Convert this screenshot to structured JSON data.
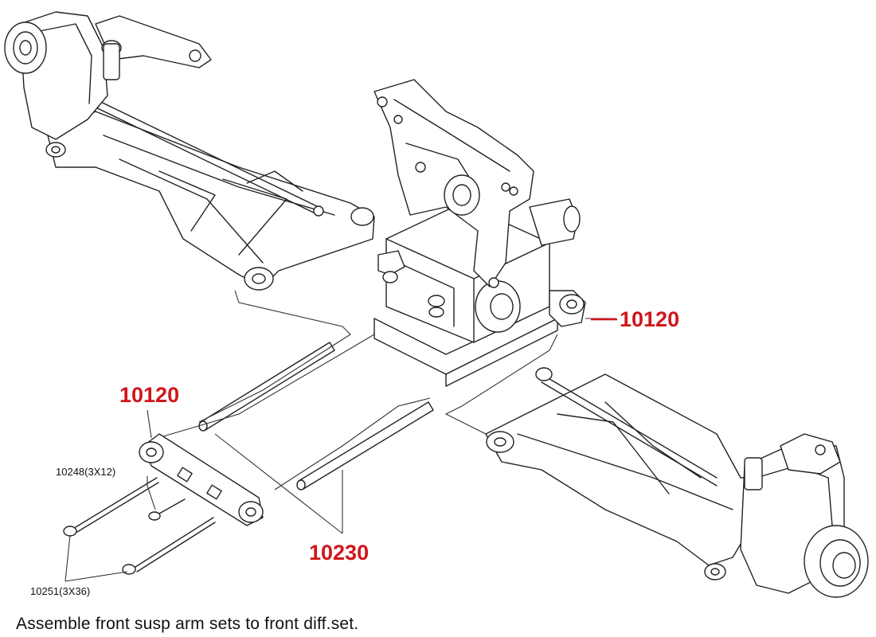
{
  "labels": {
    "part_10120_right": "10120",
    "part_10120_left": "10120",
    "part_10230": "10230",
    "screw_10248": "10248(3X12)",
    "screw_10251": "10251(3X36)"
  },
  "caption": "Assemble front susp arm sets to front diff.set.",
  "colors": {
    "label_red": "#d0161b",
    "line": "#222222",
    "background": "#ffffff"
  }
}
